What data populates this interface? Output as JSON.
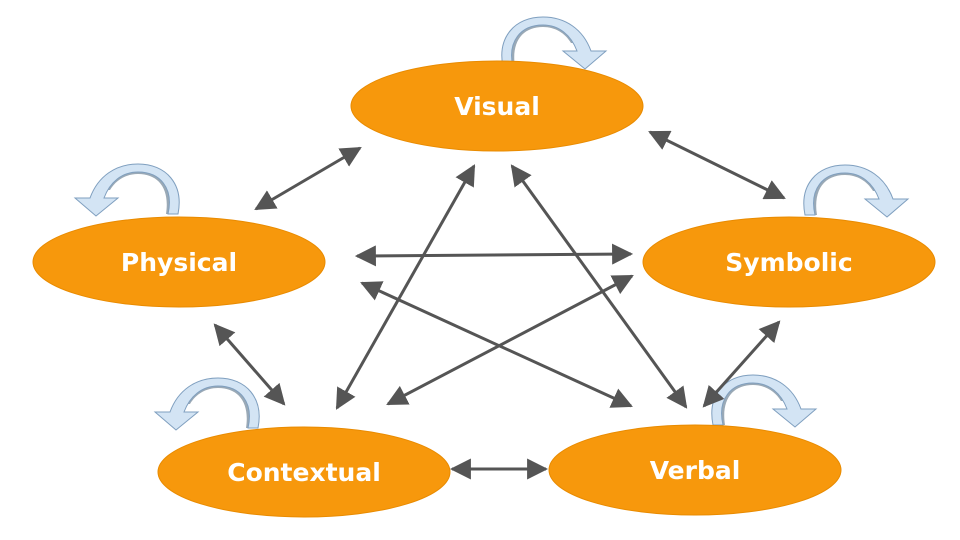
{
  "colors": {
    "node_fill": "#f7980c",
    "node_stroke": "#e98b00",
    "arrow": "#555555",
    "loop_fill": "#d3e4f4",
    "loop_shadow": "#9aa9b6",
    "loop_stroke": "#7f9fbf",
    "label": "#ffffff"
  },
  "nodes": [
    {
      "id": "visual",
      "label": "Visual"
    },
    {
      "id": "physical",
      "label": "Physical"
    },
    {
      "id": "symbolic",
      "label": "Symbolic"
    },
    {
      "id": "contextual",
      "label": "Contextual"
    },
    {
      "id": "verbal",
      "label": "Verbal"
    }
  ],
  "edges": [
    {
      "from": "visual",
      "to": "physical",
      "type": "bidirectional"
    },
    {
      "from": "visual",
      "to": "symbolic",
      "type": "bidirectional"
    },
    {
      "from": "visual",
      "to": "contextual",
      "type": "bidirectional"
    },
    {
      "from": "visual",
      "to": "verbal",
      "type": "bidirectional"
    },
    {
      "from": "physical",
      "to": "symbolic",
      "type": "bidirectional"
    },
    {
      "from": "physical",
      "to": "contextual",
      "type": "bidirectional"
    },
    {
      "from": "physical",
      "to": "verbal",
      "type": "bidirectional"
    },
    {
      "from": "symbolic",
      "to": "contextual",
      "type": "bidirectional"
    },
    {
      "from": "symbolic",
      "to": "verbal",
      "type": "bidirectional"
    },
    {
      "from": "contextual",
      "to": "verbal",
      "type": "bidirectional"
    }
  ],
  "self_loops": [
    {
      "node": "visual",
      "icon": "curved-arrow-icon"
    },
    {
      "node": "physical",
      "icon": "curved-arrow-icon"
    },
    {
      "node": "symbolic",
      "icon": "curved-arrow-icon"
    },
    {
      "node": "contextual",
      "icon": "curved-arrow-icon"
    },
    {
      "node": "verbal",
      "icon": "curved-arrow-icon"
    }
  ]
}
